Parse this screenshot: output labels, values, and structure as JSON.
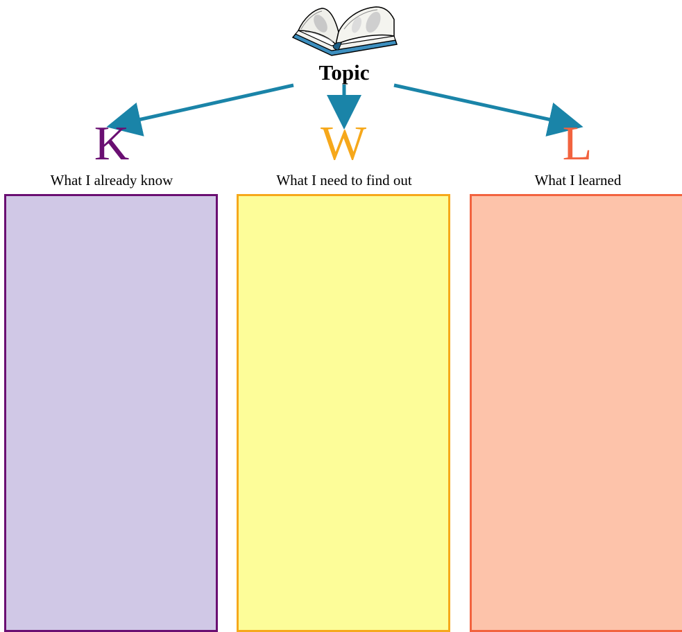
{
  "topic": {
    "label": "Topic",
    "icon": "open-book-icon"
  },
  "arrow_color": "#1a84a8",
  "columns": [
    {
      "letter": "K",
      "subtitle": "What I already know",
      "letter_color": "#6a0f72",
      "border_color": "#6a0f72",
      "fill_color": "#d0c8e6"
    },
    {
      "letter": "W",
      "subtitle": "What I need to find out",
      "letter_color": "#f6a81b",
      "border_color": "#f6a81b",
      "fill_color": "#fdfd99"
    },
    {
      "letter": "L",
      "subtitle": "What I learned",
      "letter_color": "#f2633f",
      "border_color": "#f2633f",
      "fill_color": "#fdc3aa"
    }
  ]
}
